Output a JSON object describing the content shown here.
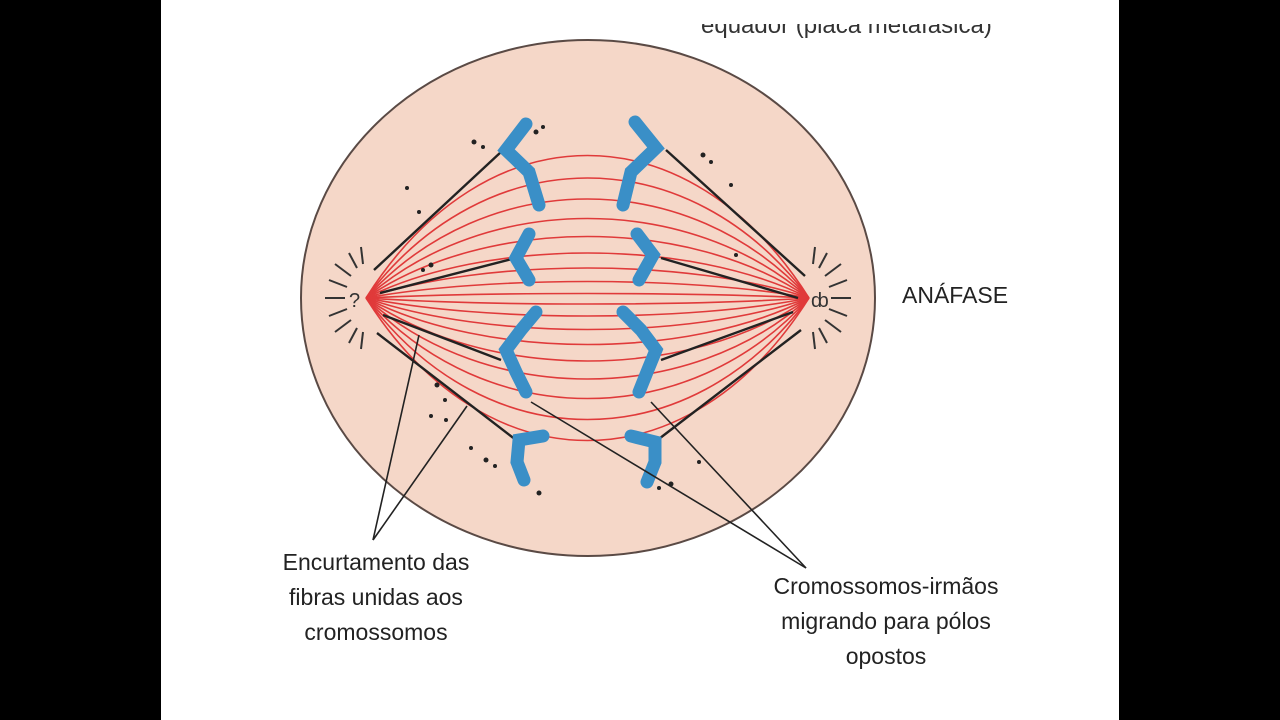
{
  "diagram": {
    "top_label": "equador (placa metafásica)",
    "phase_label": "ANÁFASE",
    "label_left": "Encurtamento das\nfibras unidas aos\ncromossomos",
    "label_right": "Cromossomos-irmãos\nmigrando para pólos\nopostos"
  },
  "colors": {
    "background": "#000000",
    "panel": "#ffffff",
    "cell_fill": "#f5d7c8",
    "cell_outline": "#5a4a45",
    "spindle_fibers": "#e03a3a",
    "kinetochore_fibers": "#222222",
    "chromosomes": "#3a8fc7"
  },
  "icons": [
    "centrosome-left-icon",
    "centrosome-right-icon"
  ]
}
